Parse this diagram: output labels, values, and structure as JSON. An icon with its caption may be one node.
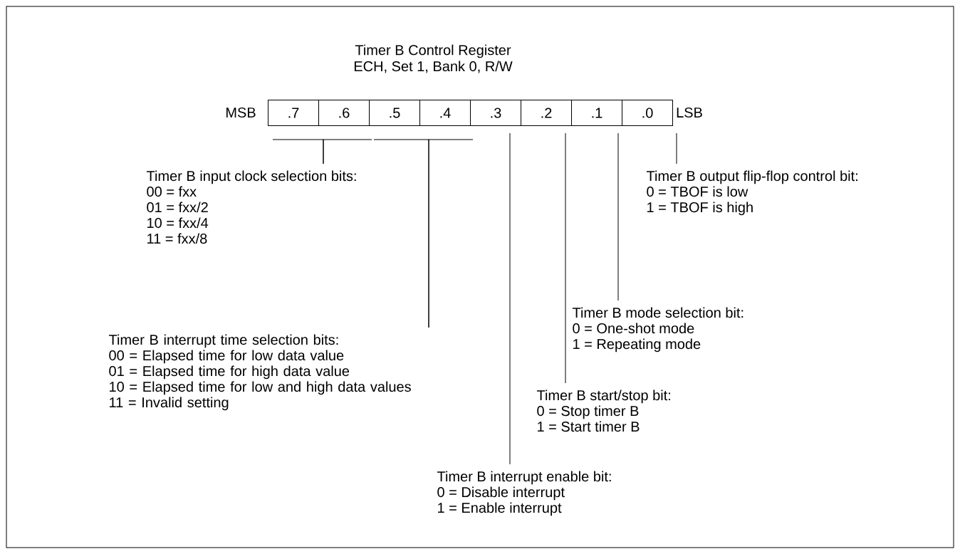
{
  "diagram": {
    "title": "Timer B Control Register",
    "nodes": [
      {
        "text": [
          ".7"
        ]
      },
      {
        "text": [
          ".6"
        ]
      },
      {
        "text": [
          ".5"
        ]
      },
      {
        "text": [
          ".4"
        ]
      },
      {
        "text": [
          ".3"
        ]
      },
      {
        "text": [
          ".2"
        ]
      },
      {
        "text": [
          ".1"
        ]
      },
      {
        "text": [
          ".0"
        ]
      },
      {
        "text": [
          "Timer B input clock selection bits:",
          "00 = fxx",
          "01 = fxx/2",
          "10 = fxx/4",
          "11 = fxx/8"
        ]
      },
      {
        "text": [
          "Timer B output flip-flop control bit:",
          "0 = TBOF is low",
          "1 = TBOF is high"
        ]
      },
      {
        "text": [
          "Timer B mode selection bit:",
          "0 = One-shot mode",
          "1 = Repeating mode"
        ]
      },
      {
        "text": [
          "Timer B interrupt time selection bits:",
          "00 = Elapsed time for low data value",
          "01 = Elapsed time for high data value",
          "10 = Elapsed time for low and high data values",
          "11 = Invalid setting"
        ]
      },
      {
        "text": [
          "Timer B start/stop bit:",
          "0 = Stop timer B",
          "1 = Start timer B"
        ]
      },
      {
        "text": [
          "Timer B interrupt enable bit:",
          "0 = Disable interrupt",
          "1 = Enable interrupt"
        ]
      }
    ],
    "edges": [
      {
        "from": 8,
        "to": 0,
        "arrow": "none"
      },
      {
        "from": 8,
        "to": 1,
        "arrow": "none"
      },
      {
        "from": 11,
        "to": 2,
        "arrow": "none"
      },
      {
        "from": 11,
        "to": 3,
        "arrow": "none"
      },
      {
        "from": 13,
        "to": 4,
        "arrow": "none"
      },
      {
        "from": 12,
        "to": 5,
        "arrow": "none"
      },
      {
        "from": 10,
        "to": 6,
        "arrow": "none"
      },
      {
        "from": 9,
        "to": 7,
        "arrow": "none"
      }
    ],
    "labels": [
      "ECH, Set 1, Bank 0, R/W",
      "MSB",
      "LSB"
    ]
  }
}
